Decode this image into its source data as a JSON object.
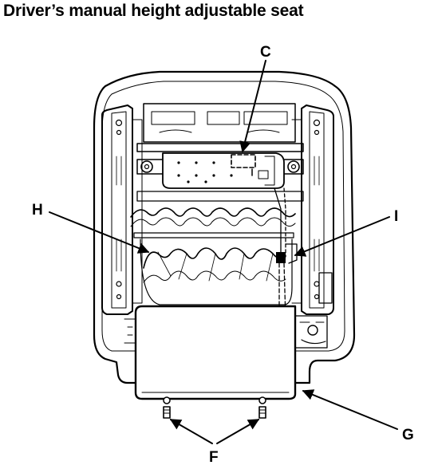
{
  "title": "Driver’s manual height adjustable seat",
  "callouts": {
    "c": "C",
    "h": "H",
    "i": "I",
    "g": "G",
    "f": "F"
  }
}
